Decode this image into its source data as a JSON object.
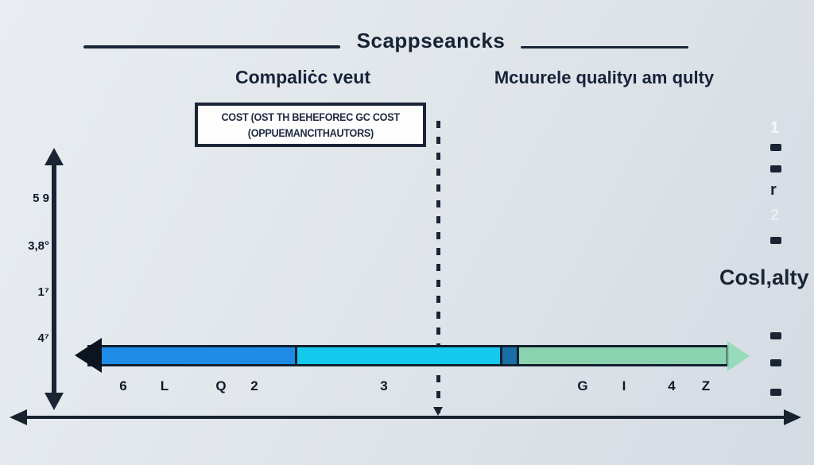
{
  "title": {
    "text": "Scappseancks"
  },
  "headers": {
    "left": "Compaliċc veut",
    "right": "Mcuurele qualityı am qulty"
  },
  "cost_box": {
    "line1": "COST (OST TH BEHEFOREC GC COST",
    "line2": "(OPPUEMANCITHAUTORS)"
  },
  "y_axis": {
    "labels": [
      {
        "text": "5 9"
      },
      {
        "text": "3,8°"
      },
      {
        "text": "1⁷"
      },
      {
        "text": "4⁷"
      }
    ]
  },
  "bar": {
    "segments": [
      {
        "name": "blue",
        "color": "#1e8ce6"
      },
      {
        "name": "cyan",
        "color": "#15c9ec"
      },
      {
        "name": "steel",
        "color": "#1a6fa6"
      },
      {
        "name": "mint",
        "color": "#8ad2b0"
      }
    ]
  },
  "bar_labels": [
    {
      "text": "6"
    },
    {
      "text": "L"
    },
    {
      "text": "Q"
    },
    {
      "text": "2"
    },
    {
      "text": "3"
    },
    {
      "text": "G"
    },
    {
      "text": "I"
    },
    {
      "text": "4"
    },
    {
      "text": "Z"
    }
  ],
  "right_axis": {
    "label": "Cosl,alty",
    "glyphs": [
      {
        "text": "1",
        "color": "#f5f8fb"
      },
      {
        "text": "r",
        "color": "#1a2433"
      },
      {
        "text": "2",
        "color": "#e9eef3"
      }
    ]
  },
  "colors": {
    "ink": "#1b2537",
    "background": "#dfe4ea",
    "bar_border": "#13202e"
  }
}
